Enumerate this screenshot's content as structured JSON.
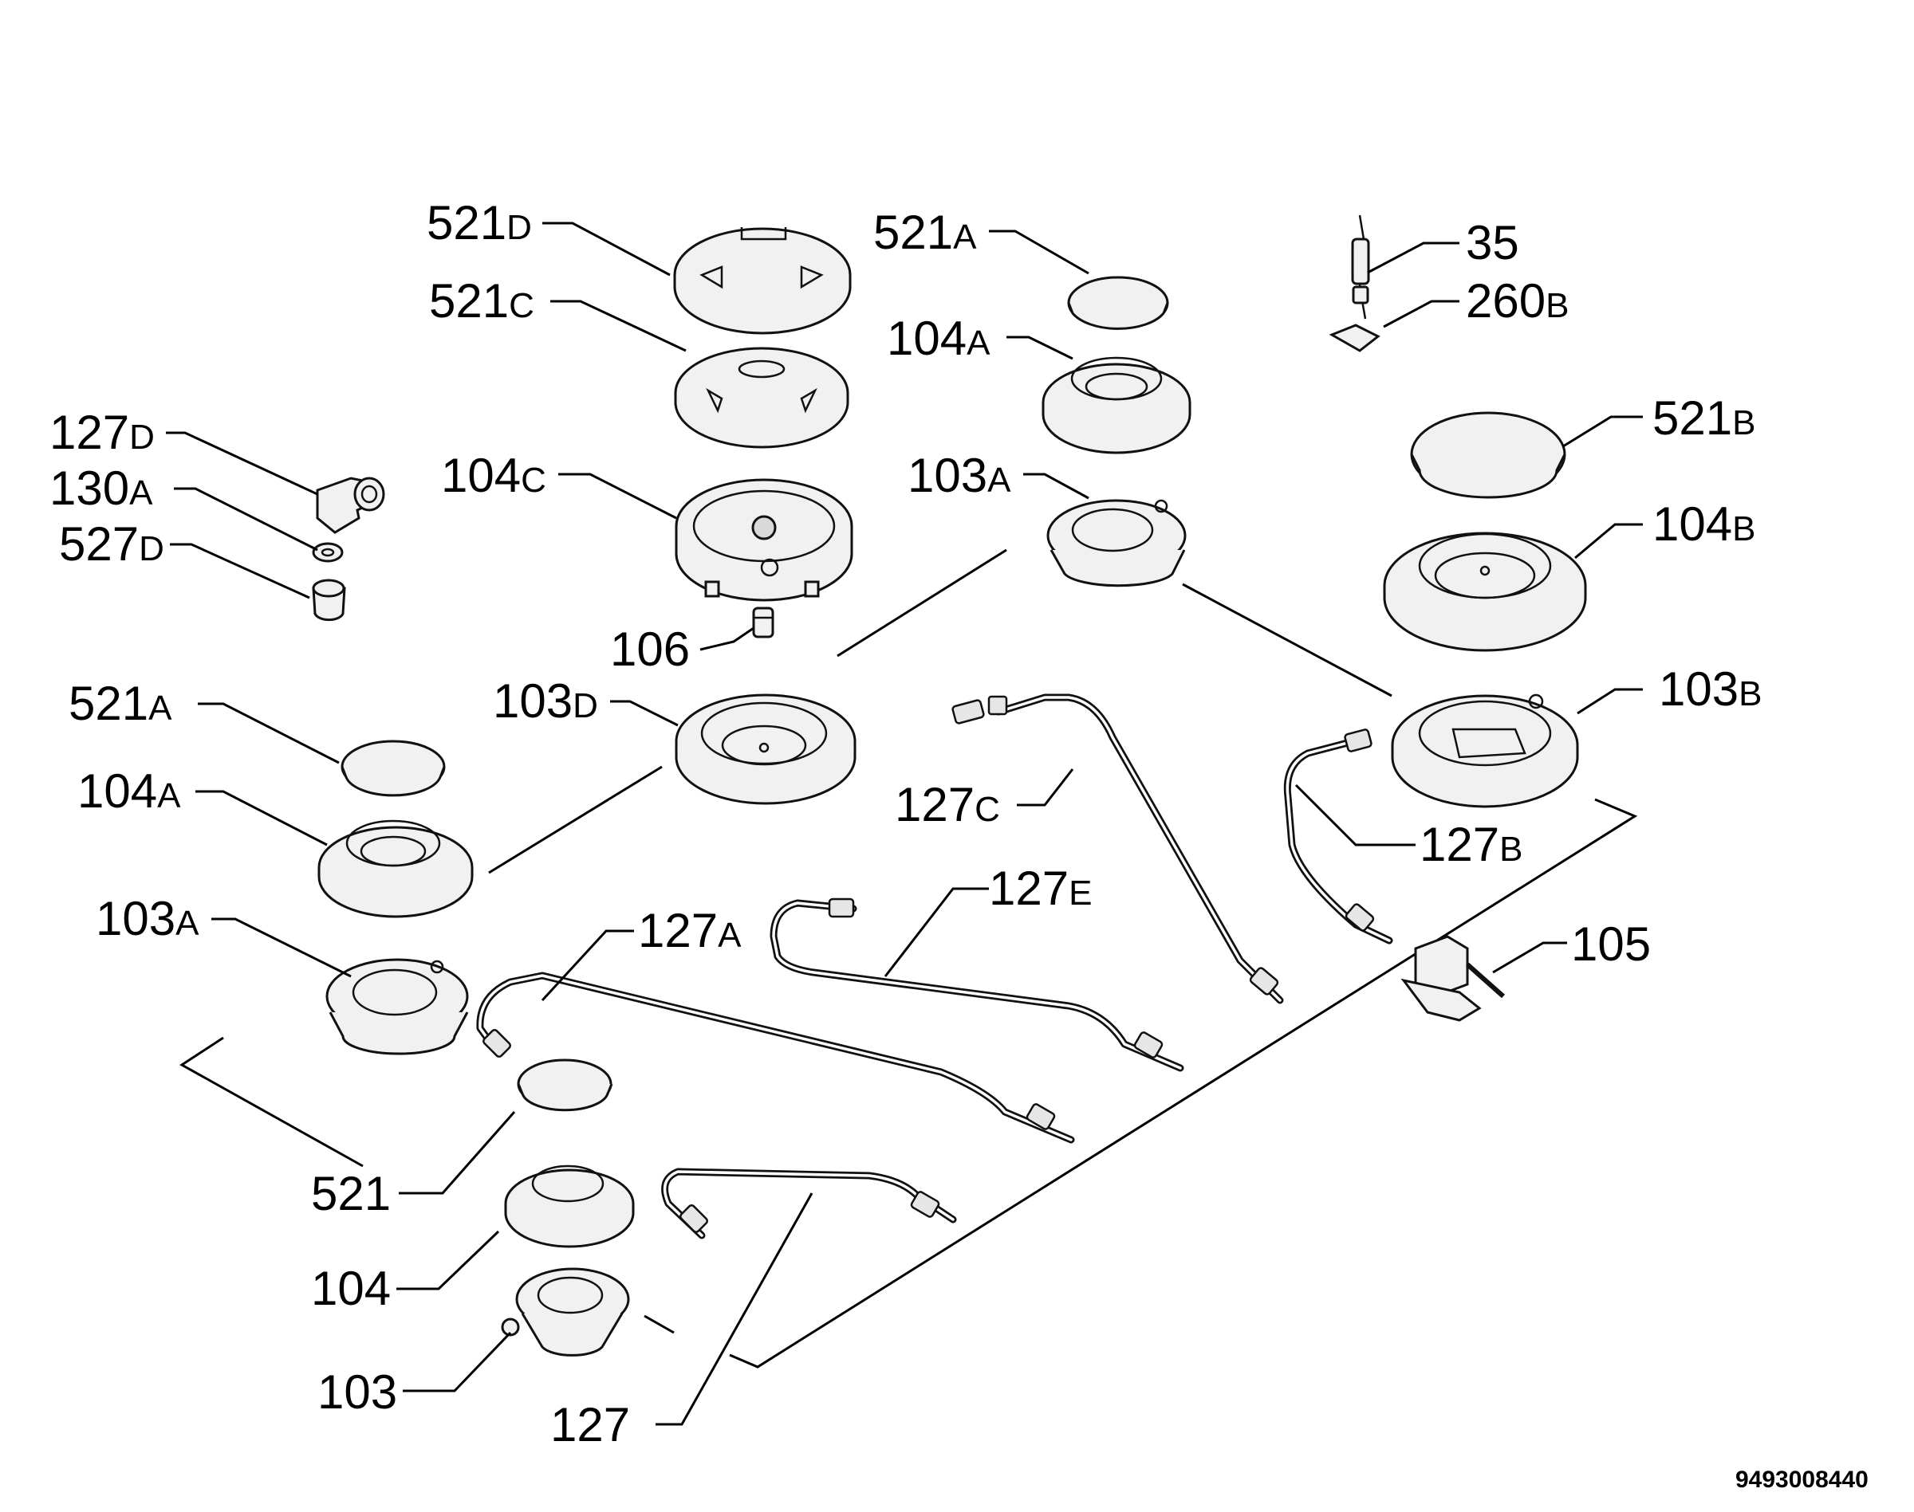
{
  "labels": [
    {
      "id": "l-521d",
      "num": "521",
      "suf": "D"
    },
    {
      "id": "l-521c",
      "num": "521",
      "suf": "C"
    },
    {
      "id": "l-521a-top",
      "num": "521",
      "suf": "A"
    },
    {
      "id": "l-104a-top",
      "num": "104",
      "suf": "A"
    },
    {
      "id": "l-35",
      "num": "35",
      "suf": ""
    },
    {
      "id": "l-260b",
      "num": "260",
      "suf": "B"
    },
    {
      "id": "l-127d",
      "num": "127",
      "suf": "D"
    },
    {
      "id": "l-130a",
      "num": "130",
      "suf": "A"
    },
    {
      "id": "l-527d",
      "num": "527",
      "suf": "D"
    },
    {
      "id": "l-104c",
      "num": "104",
      "suf": "C"
    },
    {
      "id": "l-103a-top",
      "num": "103",
      "suf": "A"
    },
    {
      "id": "l-521b",
      "num": "521",
      "suf": "B"
    },
    {
      "id": "l-104b",
      "num": "104",
      "suf": "B"
    },
    {
      "id": "l-106",
      "num": "106",
      "suf": ""
    },
    {
      "id": "l-103d",
      "num": "103",
      "suf": "D"
    },
    {
      "id": "l-103b",
      "num": "103",
      "suf": "B"
    },
    {
      "id": "l-521a-left",
      "num": "521",
      "suf": "A"
    },
    {
      "id": "l-104a-left",
      "num": "104",
      "suf": "A"
    },
    {
      "id": "l-127c",
      "num": "127",
      "suf": "C"
    },
    {
      "id": "l-127b",
      "num": "127",
      "suf": "B"
    },
    {
      "id": "l-127e",
      "num": "127",
      "suf": "E"
    },
    {
      "id": "l-103a-left",
      "num": "103",
      "suf": "A"
    },
    {
      "id": "l-127a",
      "num": "127",
      "suf": "A"
    },
    {
      "id": "l-105",
      "num": "105",
      "suf": ""
    },
    {
      "id": "l-521",
      "num": "521",
      "suf": ""
    },
    {
      "id": "l-104",
      "num": "104",
      "suf": ""
    },
    {
      "id": "l-103",
      "num": "103",
      "suf": ""
    },
    {
      "id": "l-127",
      "num": "127",
      "suf": ""
    }
  ],
  "drawing_code": "9493008440"
}
